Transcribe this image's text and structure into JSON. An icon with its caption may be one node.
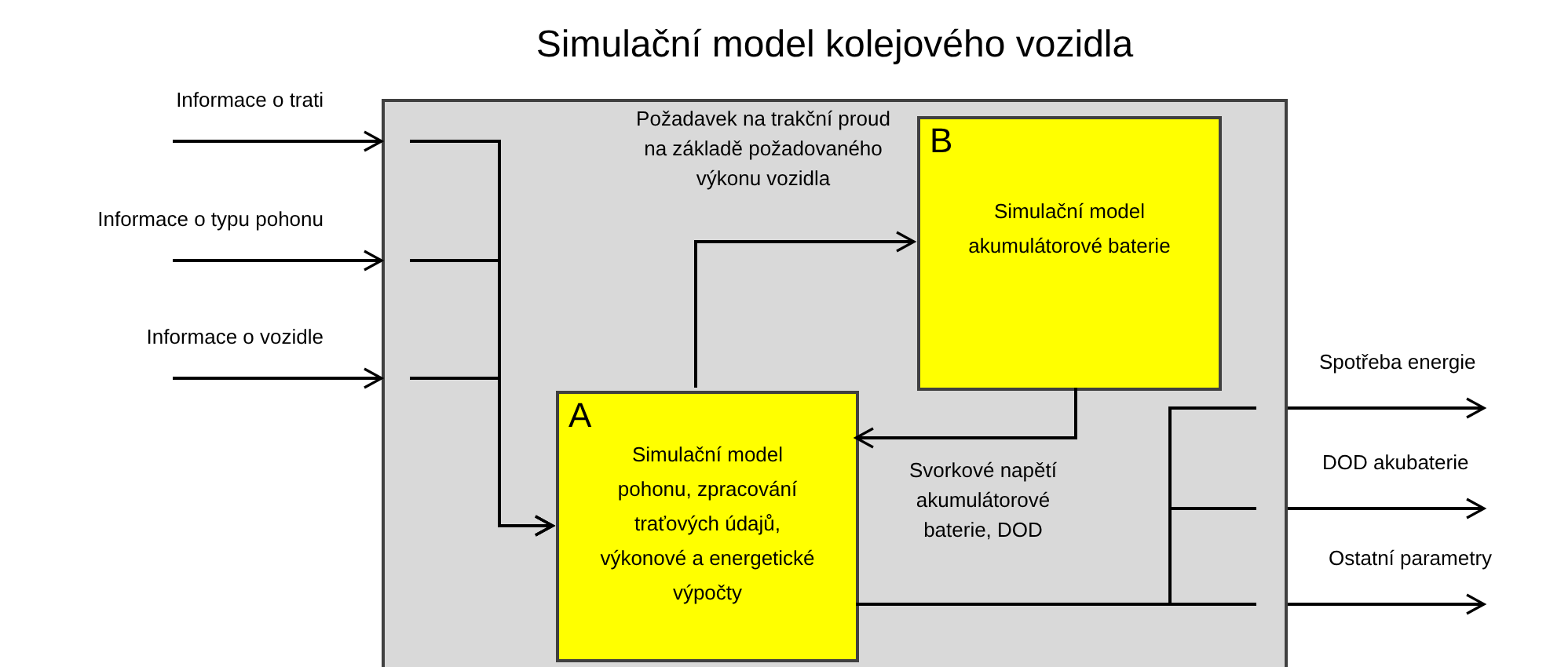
{
  "diagram": {
    "nodes": [
      {
        "text": [
          "Simulační model kolejového vozidla"
        ]
      },
      {
        "text": [
          "A",
          "Simulační model pohonu, zpracování traťových údajů, výkonové a energetické výpočty"
        ],
        "in": 0
      },
      {
        "text": [
          "B",
          "Simulační model akumulátorové baterie"
        ],
        "in": 0
      },
      {
        "text": [
          "Informace o trati"
        ]
      },
      {
        "text": [
          "Informace o typu pohonu"
        ]
      },
      {
        "text": [
          "Informace o vozidle"
        ]
      },
      {
        "text": [
          "Spotřeba energie"
        ]
      },
      {
        "text": [
          "DOD akubaterie"
        ]
      },
      {
        "text": [
          "Ostatní parametry"
        ]
      }
    ],
    "edges": [
      {
        "from": 3,
        "to": 0,
        "arrow": "to"
      },
      {
        "from": 4,
        "to": 0,
        "arrow": "to"
      },
      {
        "from": 5,
        "to": 0,
        "arrow": "to"
      },
      {
        "from": null,
        "to": 1,
        "arrow": "to"
      },
      {
        "from": null,
        "to": 1,
        "arrow": "to"
      },
      {
        "from": null,
        "to": 1,
        "arrow": "to"
      },
      {
        "from": 1,
        "to": 2,
        "arrow": "to",
        "label": "Požadavek na trakční proud na základě požadovaného výkonu vozidla"
      },
      {
        "from": 2,
        "to": 1,
        "arrow": "to",
        "label": "Svorkové napětí akumulátorové baterie, DOD"
      },
      {
        "from": 1,
        "to": null,
        "arrow": "none"
      },
      {
        "from": 1,
        "to": null,
        "arrow": "none"
      },
      {
        "from": 1,
        "to": null,
        "arrow": "none"
      },
      {
        "from": 0,
        "to": 6,
        "arrow": "to"
      },
      {
        "from": 0,
        "to": 7,
        "arrow": "to"
      },
      {
        "from": 0,
        "to": 8,
        "arrow": "to"
      }
    ]
  }
}
